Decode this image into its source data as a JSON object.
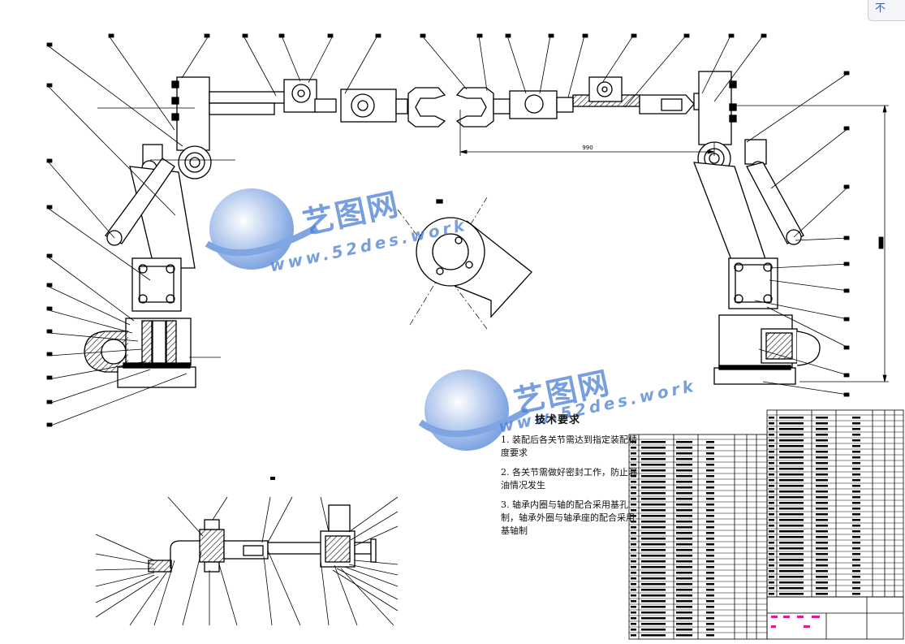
{
  "corner_tab": "不",
  "watermark": {
    "brand": "艺图网",
    "url": "www.52des.work"
  },
  "dimensions": {
    "horizontal": "990"
  },
  "tech_requirements": {
    "title": "技术要求",
    "items": [
      "1. 装配后各关节需达到指定装配精度要求",
      "2. 各关节需做好密封工作，防止漏油情况发生",
      "3. 轴承内圈与轴的配合采用基孔制，轴承外圈与轴承座的配合采用基轴制"
    ]
  },
  "colors": {
    "line": "#000000",
    "watermark": "#4a7fd6",
    "title_block_accent": "#e0199a"
  }
}
